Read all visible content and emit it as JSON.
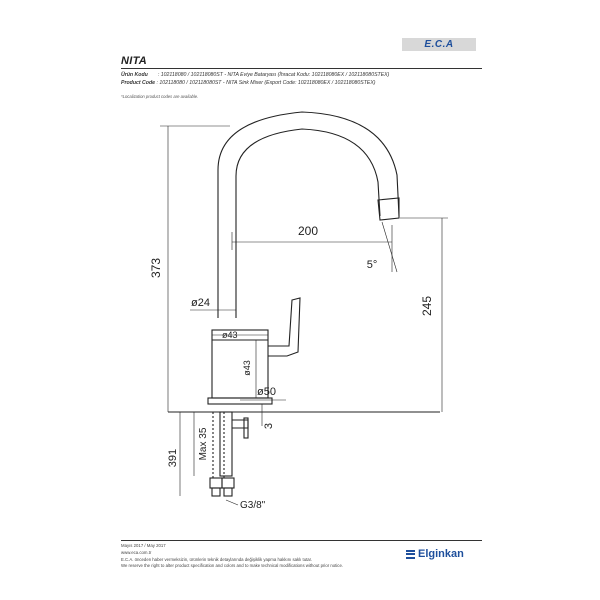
{
  "header": {
    "title": "NITA",
    "logo_text": "E.C.A"
  },
  "codes": {
    "tr_label": "Ürün Kodu",
    "tr_value": ": 102118080 / 102118080ST - NITA Eviye Bataryası (İhracat Kodu: 102118080EX / 102118080STEX)",
    "en_label": "Product Code",
    "en_value": ": 102118080 / 102118080ST - NITA Sink Mixer (Export Code: 102118080EX / 102118080STEX)",
    "note": "*Localization product codes are available."
  },
  "drawing": {
    "dim_373": "373",
    "dim_200": "200",
    "dim_5deg": "5°",
    "dim_245": "245",
    "dim_d24": "ø24",
    "dim_d43_a": "ø43",
    "dim_d43_b": "ø43",
    "dim_d50": "ø50",
    "dim_3": "3",
    "dim_391": "391",
    "dim_max35": "Max 35",
    "dim_g38": "G3/8\""
  },
  "footer": {
    "date": "Mayıs 2017 / May 2017",
    "website": "www.eca.com.tr",
    "tr_notice": "E.C.A. önceden haber vermeksizin, ürünlerin teknik detaylarında değişiklik yapma hakkını saklı tutar.",
    "en_notice": "We reserve the right to alter product specification and colors and to make technical modifications without prior notice.",
    "brand": "Elginkan"
  },
  "colors": {
    "brand_blue": "#1e4f9c",
    "logo_bg": "#d8d8d8",
    "line": "#222222"
  }
}
